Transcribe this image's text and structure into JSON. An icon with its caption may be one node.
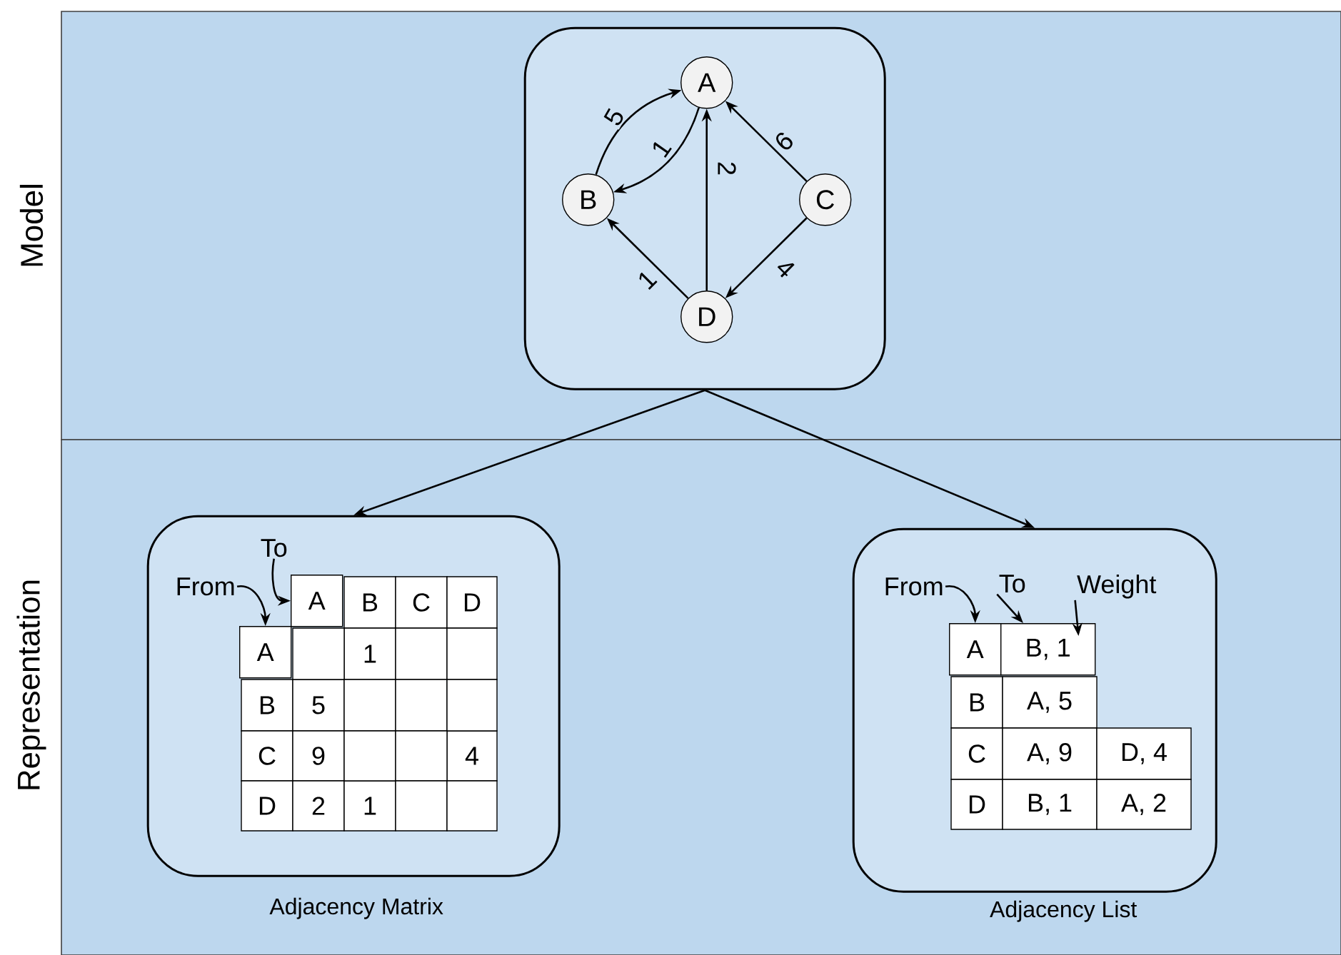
{
  "diagram": {
    "nodes": [
      {
        "text": [
          "Model"
        ]
      },
      {
        "text": [
          "Representation"
        ]
      },
      {
        "text": [],
        "shape": "box",
        "in": 0
      },
      {
        "text": [
          "A"
        ],
        "in": 2
      },
      {
        "text": [
          "B"
        ],
        "in": 2
      },
      {
        "text": [
          "C"
        ],
        "in": 2
      },
      {
        "text": [
          "D"
        ],
        "in": 2
      },
      {
        "text": [
          "Adjacency Matrix"
        ],
        "in": 1
      },
      {
        "text": [
          "Adjacency List"
        ],
        "in": 1
      },
      {
        "text": [
          "To"
        ],
        "in": 7
      },
      {
        "text": [
          "From"
        ],
        "in": 7
      },
      {
        "text": [
          "From"
        ],
        "in": 8
      },
      {
        "text": [
          "To"
        ],
        "in": 8
      },
      {
        "text": [
          "Weight"
        ],
        "in": 8
      },
      {
        "text": [
          "A"
        ],
        "in": 7
      },
      {
        "text": [
          "A"
        ],
        "in": 7
      },
      {
        "text": [
          "A"
        ],
        "in": 8
      },
      {
        "text": [
          "B, 1"
        ],
        "in": 8
      }
    ],
    "edges": [
      {
        "from": 4,
        "to": 3,
        "arrow": "to",
        "label": "5"
      },
      {
        "from": 3,
        "to": 4,
        "arrow": "to",
        "label": "1"
      },
      {
        "from": 6,
        "to": 3,
        "arrow": "to",
        "label": "2"
      },
      {
        "from": 5,
        "to": 3,
        "arrow": "to",
        "label": "9"
      },
      {
        "from": 5,
        "to": 6,
        "arrow": "to",
        "label": "4"
      },
      {
        "from": 6,
        "to": 4,
        "arrow": "to",
        "label": "1"
      },
      {
        "from": 2,
        "to": 7,
        "arrow": "to"
      },
      {
        "from": 2,
        "to": 8,
        "arrow": "to"
      },
      {
        "from": 9,
        "to": 14,
        "arrow": "to"
      },
      {
        "from": 10,
        "to": 15,
        "arrow": "to"
      },
      {
        "from": 11,
        "to": 16,
        "arrow": "to"
      },
      {
        "from": 12,
        "to": 17,
        "arrow": "to"
      },
      {
        "from": 13,
        "to": 17,
        "arrow": "to"
      }
    ],
    "labels": [
      "B",
      "C",
      "D",
      "1",
      "B",
      "5",
      "C",
      "9",
      "4",
      "D",
      "2",
      "1",
      "B",
      "A, 5",
      "C",
      "A, 9",
      "D, 4",
      "D",
      "B, 1",
      "A, 2"
    ]
  }
}
